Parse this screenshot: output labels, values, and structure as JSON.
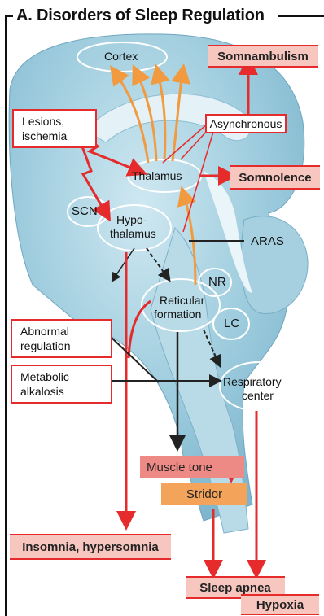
{
  "header": {
    "title": "A. Disorders of Sleep Regulation"
  },
  "labels": {
    "cortex": "Cortex",
    "thalamus": "Thalamus",
    "scn": "SCN",
    "hypothalamus_line1": "Hypo-",
    "hypothalamus_line2": "thalamus",
    "aras": "ARAS",
    "nr": "NR",
    "reticular_line1": "Reticular",
    "reticular_line2": "formation",
    "lc": "LC",
    "respiratory_line1": "Respiratory",
    "respiratory_line2": "center"
  },
  "causes": {
    "lesions_line1": "Lesions,",
    "lesions_line2": "ischemia",
    "asynchronous": "Asynchronous",
    "abnormal_line1": "Abnormal",
    "abnormal_line2": "regulation",
    "metabolic_line1": "Metabolic",
    "metabolic_line2": "alkalosis"
  },
  "outcomes": {
    "somnambulism": "Somnambulism",
    "somnolence": "Somnolence",
    "muscle_tone": "Muscle tone",
    "stridor": "Stridor",
    "insomnia": "Insomnia, hypersomnia",
    "sleep_apnea": "Sleep apnea",
    "hypoxia": "Hypoxia"
  },
  "colors": {
    "brain_blue": "#8fc3d8",
    "brain_light": "#c4e1ec",
    "red": "#e52b2b",
    "orange": "#f29a3f",
    "pink_box": "#f7c6bf"
  }
}
